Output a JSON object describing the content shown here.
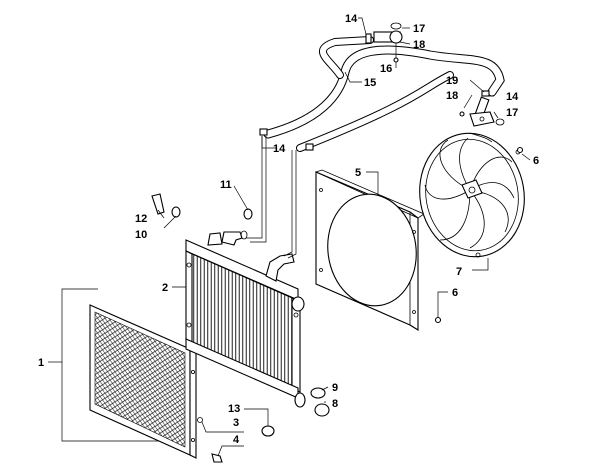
{
  "diagram": {
    "callouts": {
      "c1": "1",
      "c2": "2",
      "c3": "3",
      "c4": "4",
      "c5": "5",
      "c6a": "6",
      "c6b": "6",
      "c7": "7",
      "c8": "8",
      "c9": "9",
      "c10": "10",
      "c11": "11",
      "c12": "12",
      "c13": "13",
      "c14a": "14",
      "c14b": "14",
      "c14c": "14",
      "c15": "15",
      "c16": "16",
      "c17a": "17",
      "c17b": "17",
      "c18a": "18",
      "c18b": "18",
      "c19": "19"
    }
  }
}
